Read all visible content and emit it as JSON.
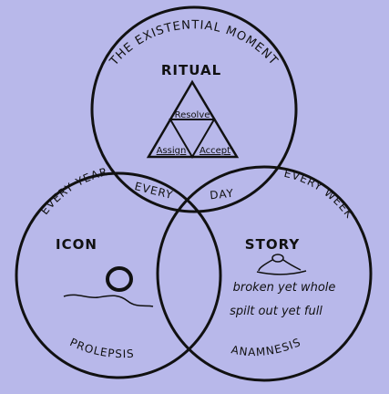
{
  "colors": {
    "background": "#b8b8ea",
    "ink": "#111111"
  },
  "arcs": {
    "top": "THE EXISTENTIAL MOMENT",
    "left": "EVERY YEAR",
    "right": "EVERY WEEK",
    "bottom_left": "PROLEPSIS",
    "bottom_right": "ANAMNESIS"
  },
  "center": {
    "every": "EVERY",
    "day": "DAY"
  },
  "ritual": {
    "title": "RITUAL",
    "triangle": {
      "top": "Resolve",
      "left": "Assign",
      "right": "Accept"
    }
  },
  "icon": {
    "title": "ICON"
  },
  "story": {
    "title": "STORY",
    "line1": "broken yet whole",
    "line2": "spilt out yet full"
  }
}
